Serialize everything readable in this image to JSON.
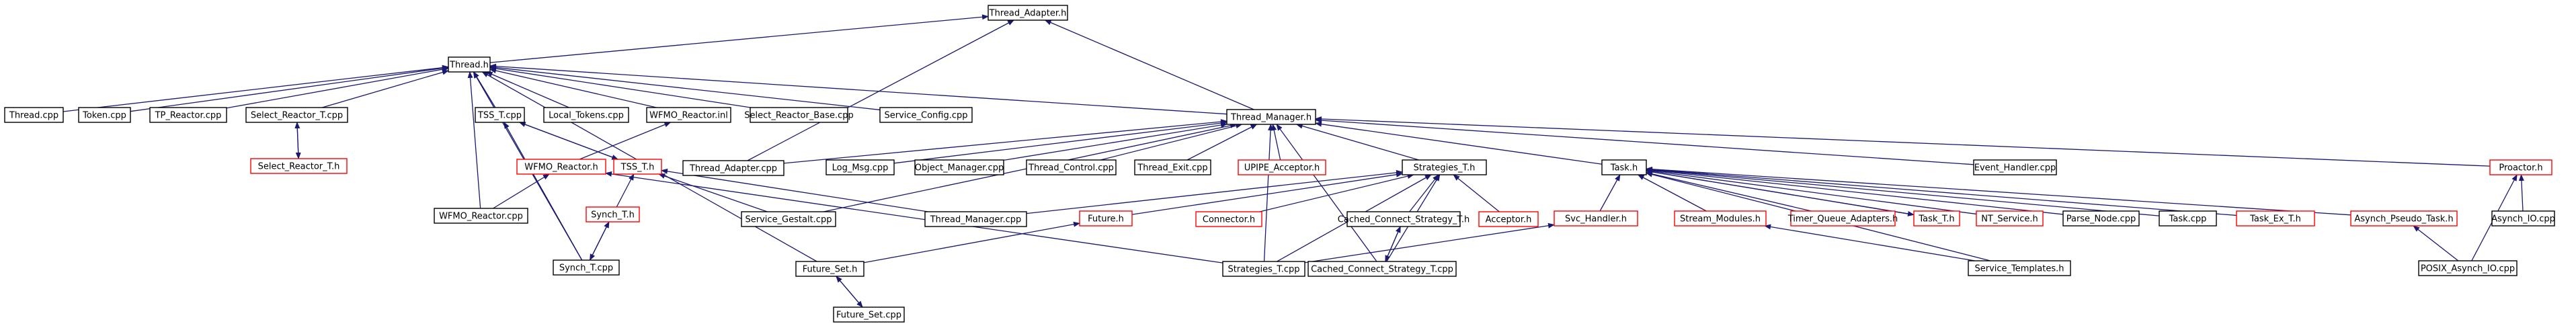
{
  "diagram": {
    "colors": {
      "edge": "#191970",
      "node_border_default": "#000000",
      "node_border_missing": "#ff0000",
      "root_fill": "#bfbfbf"
    },
    "nodes": [
      {
        "id": "n0",
        "label": "Thread_Adapter.h",
        "root": true
      },
      {
        "id": "n1",
        "label": "Thread.h"
      },
      {
        "id": "n2",
        "label": "Thread_Manager.h"
      },
      {
        "id": "n3",
        "label": "Thread.cpp"
      },
      {
        "id": "n4",
        "label": "Token.cpp"
      },
      {
        "id": "n5",
        "label": "TP_Reactor.cpp"
      },
      {
        "id": "n6",
        "label": "Select_Reactor_T.cpp"
      },
      {
        "id": "n7",
        "label": "Select_Reactor_T.h",
        "missing": true
      },
      {
        "id": "n8",
        "label": "TSS_T.cpp"
      },
      {
        "id": "n9",
        "label": "Local_Tokens.cpp"
      },
      {
        "id": "n10",
        "label": "WFMO_Reactor.inl"
      },
      {
        "id": "n11",
        "label": "Select_Reactor_Base.cpp"
      },
      {
        "id": "n12",
        "label": "Service_Config.cpp"
      },
      {
        "id": "n13",
        "label": "WFMO_Reactor.h",
        "missing": true
      },
      {
        "id": "n14",
        "label": "TSS_T.h",
        "missing": true
      },
      {
        "id": "n15",
        "label": "WFMO_Reactor.cpp"
      },
      {
        "id": "n16",
        "label": "Synch_T.h",
        "missing": true
      },
      {
        "id": "n17",
        "label": "Synch_T.cpp"
      },
      {
        "id": "n18",
        "label": "Thread_Adapter.cpp"
      },
      {
        "id": "n19",
        "label": "Log_Msg.cpp"
      },
      {
        "id": "n20",
        "label": "Object_Manager.cpp"
      },
      {
        "id": "n21",
        "label": "Thread_Control.cpp"
      },
      {
        "id": "n22",
        "label": "Thread_Exit.cpp"
      },
      {
        "id": "n23",
        "label": "UPIPE_Acceptor.h",
        "missing": true
      },
      {
        "id": "n24",
        "label": "Strategies_T.h"
      },
      {
        "id": "n25",
        "label": "Task.h"
      },
      {
        "id": "n26",
        "label": "Event_Handler.cpp"
      },
      {
        "id": "n27",
        "label": "Proactor.h",
        "missing": true
      },
      {
        "id": "n28",
        "label": "Service_Gestalt.cpp"
      },
      {
        "id": "n29",
        "label": "Thread_Manager.cpp"
      },
      {
        "id": "n30",
        "label": "Future.h",
        "missing": true
      },
      {
        "id": "n31",
        "label": "Connector.h",
        "missing": true
      },
      {
        "id": "n32",
        "label": "Cached_Connect_Strategy_T.h"
      },
      {
        "id": "n33",
        "label": "Acceptor.h",
        "missing": true
      },
      {
        "id": "n34",
        "label": "Svc_Handler.h",
        "missing": true
      },
      {
        "id": "n35",
        "label": "Stream_Modules.h",
        "missing": true
      },
      {
        "id": "n36",
        "label": "Timer_Queue_Adapters.h",
        "missing": true
      },
      {
        "id": "n37",
        "label": "Task_T.h",
        "missing": true
      },
      {
        "id": "n38",
        "label": "NT_Service.h",
        "missing": true
      },
      {
        "id": "n39",
        "label": "Parse_Node.cpp"
      },
      {
        "id": "n40",
        "label": "Task.cpp"
      },
      {
        "id": "n41",
        "label": "Task_Ex_T.h",
        "missing": true
      },
      {
        "id": "n42",
        "label": "Asynch_Pseudo_Task.h",
        "missing": true
      },
      {
        "id": "n43",
        "label": "Asynch_IO.cpp"
      },
      {
        "id": "n44",
        "label": "Future_Set.h"
      },
      {
        "id": "n45",
        "label": "Strategies_T.cpp"
      },
      {
        "id": "n46",
        "label": "Cached_Connect_Strategy_T.cpp"
      },
      {
        "id": "n47",
        "label": "Service_Templates.h"
      },
      {
        "id": "n48",
        "label": "POSIX_Asynch_IO.cpp"
      },
      {
        "id": "n49",
        "label": "Future_Set.cpp"
      }
    ],
    "edges": [
      [
        "n1",
        "n0"
      ],
      [
        "n2",
        "n0"
      ],
      [
        "n18",
        "n0"
      ],
      [
        "n3",
        "n1"
      ],
      [
        "n4",
        "n1"
      ],
      [
        "n5",
        "n1"
      ],
      [
        "n6",
        "n1"
      ],
      [
        "n8",
        "n1"
      ],
      [
        "n9",
        "n1"
      ],
      [
        "n10",
        "n1"
      ],
      [
        "n11",
        "n1"
      ],
      [
        "n12",
        "n1"
      ],
      [
        "n2",
        "n1"
      ],
      [
        "n15",
        "n1"
      ],
      [
        "n17",
        "n1"
      ],
      [
        "n44",
        "n1"
      ],
      [
        "n7",
        "n6"
      ],
      [
        "n6",
        "n7"
      ],
      [
        "n14",
        "n8"
      ],
      [
        "n8",
        "n14"
      ],
      [
        "n17",
        "n8"
      ],
      [
        "n13",
        "n10"
      ],
      [
        "n15",
        "n13"
      ],
      [
        "n45",
        "n13"
      ],
      [
        "n29",
        "n14"
      ],
      [
        "n16",
        "n14"
      ],
      [
        "n17",
        "n16"
      ],
      [
        "n16",
        "n17"
      ],
      [
        "n18",
        "n2"
      ],
      [
        "n19",
        "n2"
      ],
      [
        "n20",
        "n2"
      ],
      [
        "n21",
        "n2"
      ],
      [
        "n22",
        "n2"
      ],
      [
        "n23",
        "n2"
      ],
      [
        "n24",
        "n2"
      ],
      [
        "n25",
        "n2"
      ],
      [
        "n26",
        "n2"
      ],
      [
        "n27",
        "n2"
      ],
      [
        "n28",
        "n2"
      ],
      [
        "n45",
        "n2"
      ],
      [
        "n46",
        "n2"
      ],
      [
        "n28",
        "n14"
      ],
      [
        "n29",
        "n24"
      ],
      [
        "n31",
        "n24"
      ],
      [
        "n32",
        "n24"
      ],
      [
        "n33",
        "n24"
      ],
      [
        "n45",
        "n24"
      ],
      [
        "n46",
        "n24"
      ],
      [
        "n46",
        "n32"
      ],
      [
        "n32",
        "n46"
      ],
      [
        "n30",
        "n24"
      ],
      [
        "n44",
        "n30"
      ],
      [
        "n49",
        "n44"
      ],
      [
        "n44",
        "n49"
      ],
      [
        "n34",
        "n25"
      ],
      [
        "n35",
        "n25"
      ],
      [
        "n36",
        "n25"
      ],
      [
        "n37",
        "n25"
      ],
      [
        "n25",
        "n37"
      ],
      [
        "n38",
        "n25"
      ],
      [
        "n39",
        "n25"
      ],
      [
        "n40",
        "n25"
      ],
      [
        "n41",
        "n25"
      ],
      [
        "n42",
        "n25"
      ],
      [
        "n47",
        "n25"
      ],
      [
        "n45",
        "n34"
      ],
      [
        "n47",
        "n35"
      ],
      [
        "n43",
        "n27"
      ],
      [
        "n48",
        "n27"
      ],
      [
        "n48",
        "n42"
      ]
    ]
  }
}
